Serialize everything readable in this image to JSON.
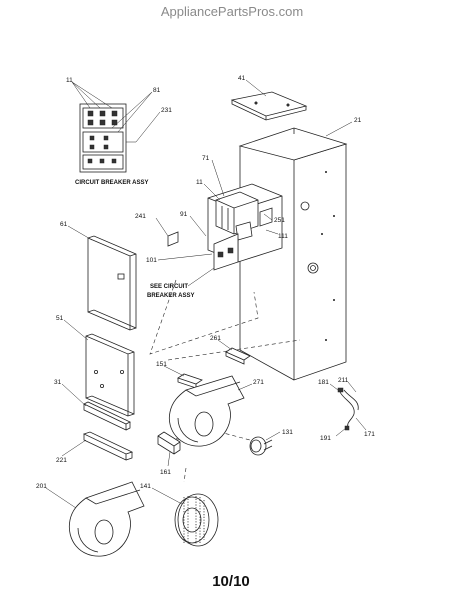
{
  "watermark": "AppliancePartsPros.com",
  "page_number": "10/10",
  "labels": {
    "l11a": "11",
    "l81": "81",
    "l231": "231",
    "cb_caption": "CIRCUIT BREAKER ASSY",
    "l41": "41",
    "l21": "21",
    "l71": "71",
    "l11b": "11",
    "l241": "241",
    "l91": "91",
    "l251": "251",
    "l111": "111",
    "l101": "101",
    "see_cb_1": "SEE CIRCUIT",
    "see_cb_2": "BREAKER ASSY",
    "l61": "61",
    "l51": "51",
    "l261": "261",
    "l151": "151",
    "l271": "271",
    "l31": "31",
    "l181": "181",
    "l211": "211",
    "l221": "221",
    "l131": "131",
    "l191": "191",
    "l171": "171",
    "l161": "161",
    "l201": "201",
    "l141": "141"
  }
}
